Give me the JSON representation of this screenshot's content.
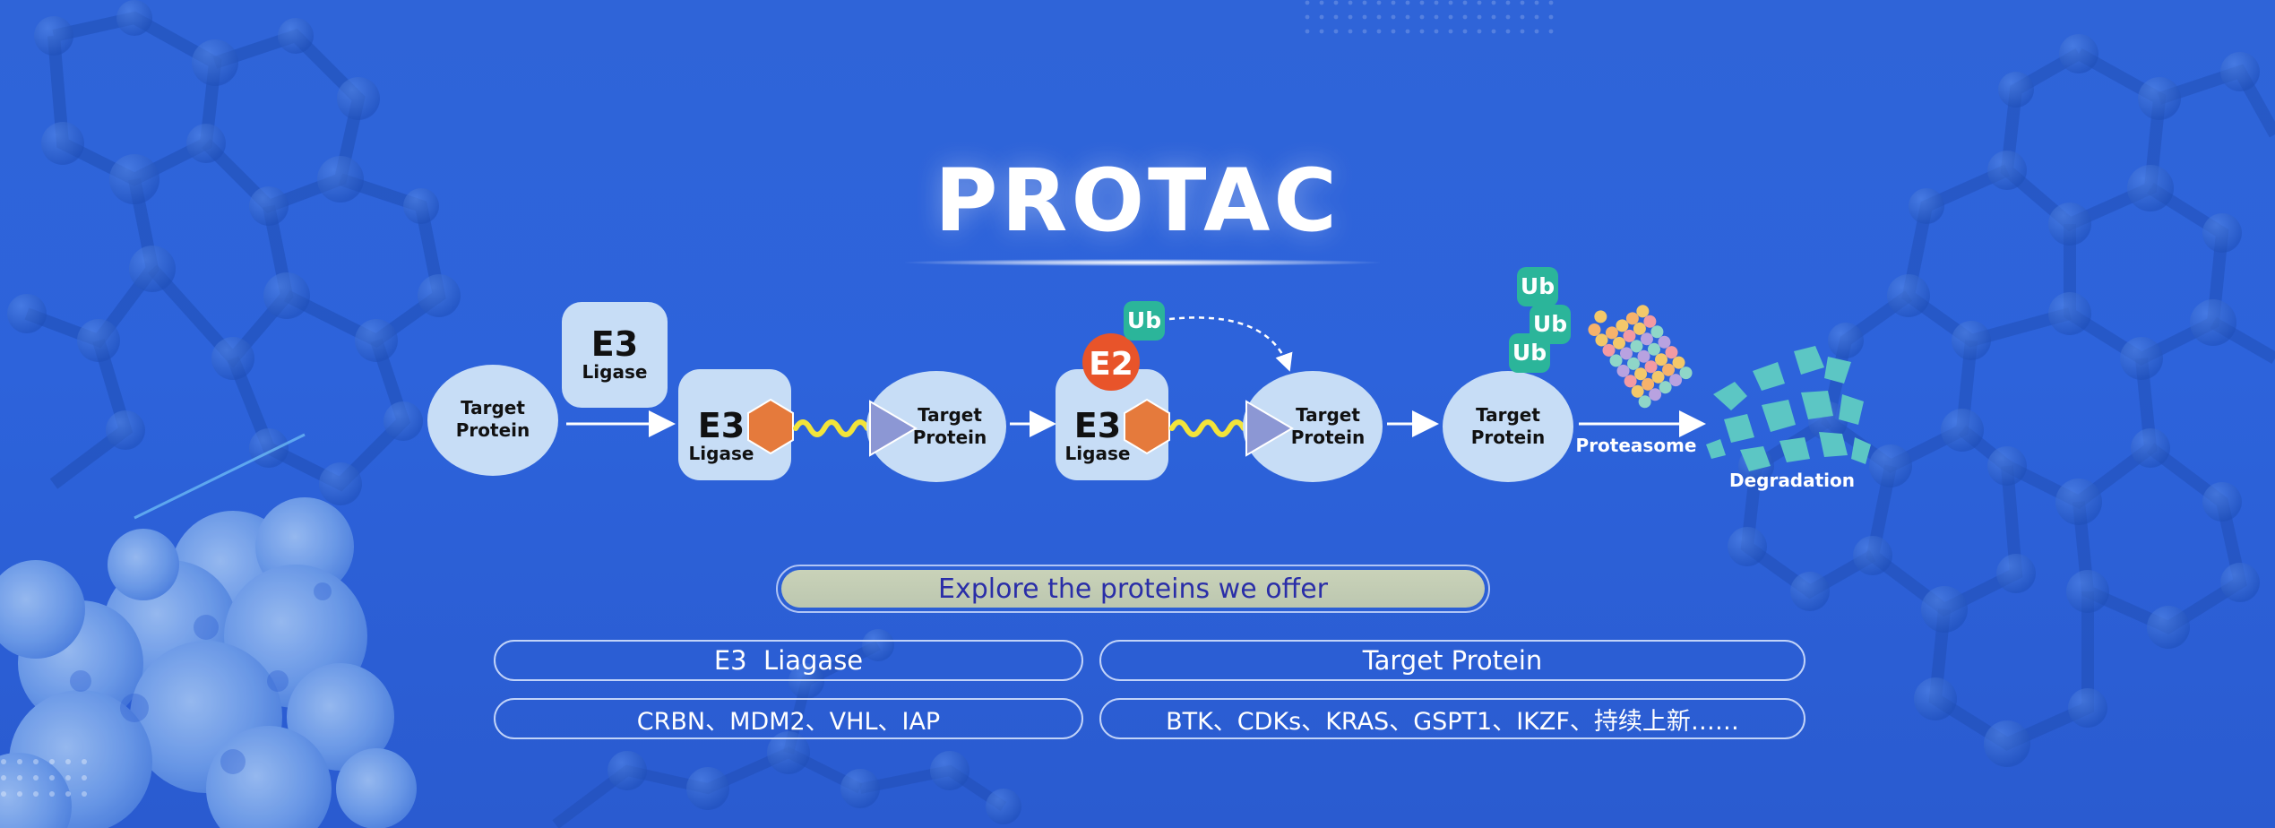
{
  "banner": {
    "title": "PROTAC",
    "cta_label": "Explore the proteins we offer",
    "columns": [
      {
        "header": "E3  Liagase",
        "items": "CRBN、MDM2、VHL、IAP"
      },
      {
        "header": "Target Protein",
        "items": "BTK、CDKs、KRAS、GSPT1、IKZF、持续上新……"
      }
    ]
  },
  "diagram": {
    "e3_big": "E3",
    "e3_small": "Ligase",
    "target_line1": "Target",
    "target_line2": "Protein",
    "e2": "E2",
    "ub": "Ub",
    "proteasome": "Proteasome",
    "degradation": "Degradation"
  },
  "colors": {
    "background": "#2d63db",
    "node_fill": "#c7ddf6",
    "warhead_orange": "#e57a3c",
    "ligand_purple": "#8c97d4",
    "linker_yellow": "#f2e43a",
    "e2_red": "#e8542a",
    "ub_teal": "#2bb59a",
    "fragment_teal": "#5cc6c4",
    "cta_fill": "#c4ceb5",
    "cta_text": "#2a2ea8"
  }
}
